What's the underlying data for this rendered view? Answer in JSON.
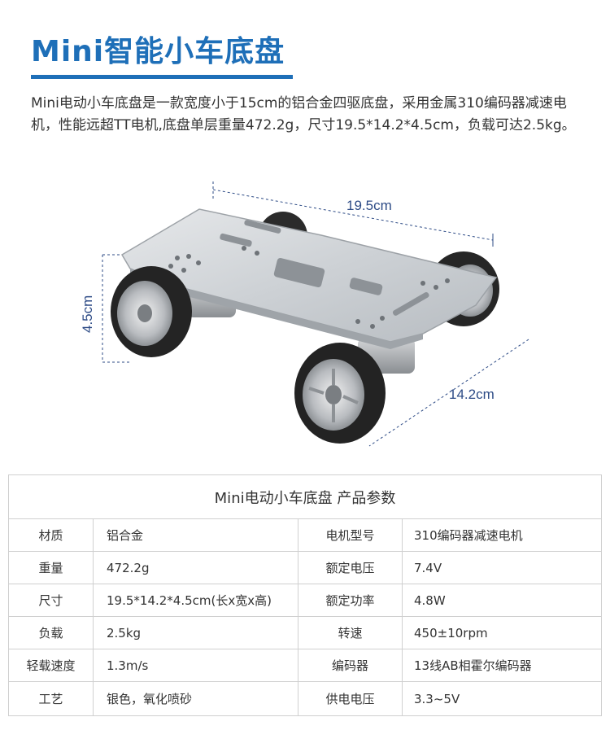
{
  "header": {
    "title": "Mini智能小车底盘",
    "description": "Mini电动小车底盘是一款宽度小于15cm的铝合金四驱底盘，采用金属310编码器减速电机，性能远超TT电机,底盘单层重量472.2g，尺寸19.5*14.2*4.5cm，负载可达2.5kg。"
  },
  "product_image": {
    "width_label": "19.5cm",
    "depth_label": "14.2cm",
    "height_label": "4.5cm"
  },
  "spec_table": {
    "title": "Mini电动小车底盘 产品参数",
    "rows": [
      {
        "label1": "材质",
        "value1": "铝合金",
        "label2": "电机型号",
        "value2": "310编码器减速电机"
      },
      {
        "label1": "重量",
        "value1": "472.2g",
        "label2": "额定电压",
        "value2": "7.4V"
      },
      {
        "label1": "尺寸",
        "value1": "19.5*14.2*4.5cm(长x宽x高)",
        "label2": "额定功率",
        "value2": "4.8W"
      },
      {
        "label1": "负载",
        "value1": "2.5kg",
        "label2": "转速",
        "value2": "450±10rpm"
      },
      {
        "label1": "轻载速度",
        "value1": "1.3m/s",
        "label2": "编码器",
        "value2": "13线AB相霍尔编码器"
      },
      {
        "label1": "工艺",
        "value1": "银色，氧化喷砂",
        "label2": "供电电压",
        "value2": "3.3~5V"
      }
    ]
  },
  "colors": {
    "accent": "#1e6fb8",
    "dimension_line": "#2d4b86"
  }
}
